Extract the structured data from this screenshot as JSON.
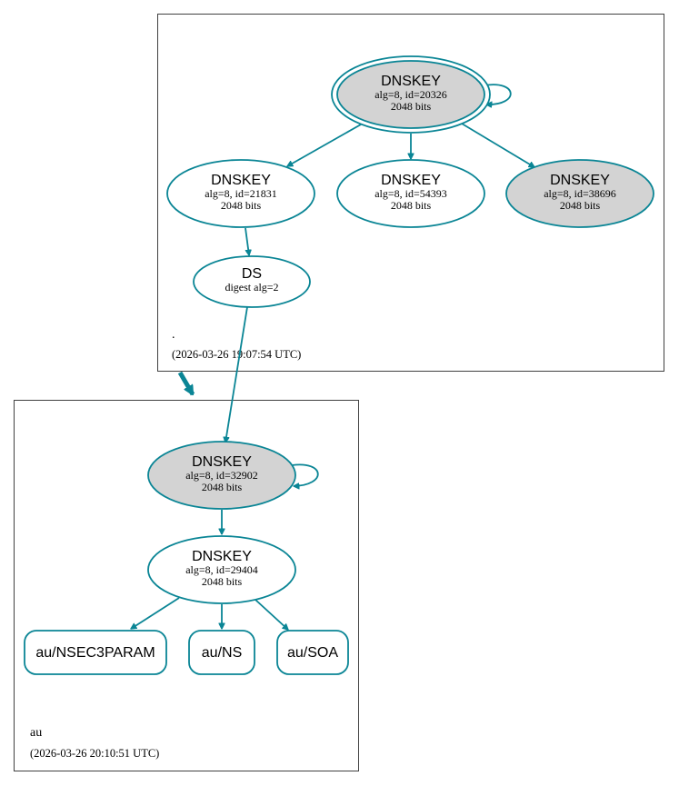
{
  "zones": {
    "root": {
      "name": ".",
      "timestamp": "(2026-03-26 19:07:54 UTC)"
    },
    "au": {
      "name": "au",
      "timestamp": "(2026-03-26 20:10:51 UTC)"
    }
  },
  "nodes": {
    "root_ksk": {
      "title": "DNSKEY",
      "line1": "alg=8, id=20326",
      "line2": "2048 bits"
    },
    "root_zsk1": {
      "title": "DNSKEY",
      "line1": "alg=8, id=21831",
      "line2": "2048 bits"
    },
    "root_zsk2": {
      "title": "DNSKEY",
      "line1": "alg=8, id=54393",
      "line2": "2048 bits"
    },
    "root_zsk3": {
      "title": "DNSKEY",
      "line1": "alg=8, id=38696",
      "line2": "2048 bits"
    },
    "ds": {
      "title": "DS",
      "line1": "digest alg=2"
    },
    "au_ksk": {
      "title": "DNSKEY",
      "line1": "alg=8, id=32902",
      "line2": "2048 bits"
    },
    "au_zsk": {
      "title": "DNSKEY",
      "line1": "alg=8, id=29404",
      "line2": "2048 bits"
    },
    "rr_nsec3param": {
      "label": "au/NSEC3PARAM"
    },
    "rr_ns": {
      "label": "au/NS"
    },
    "rr_soa": {
      "label": "au/SOA"
    }
  },
  "colors": {
    "edge": "#0a8595",
    "filled_node": "#d3d3d3",
    "cluster_border": "#404040"
  }
}
